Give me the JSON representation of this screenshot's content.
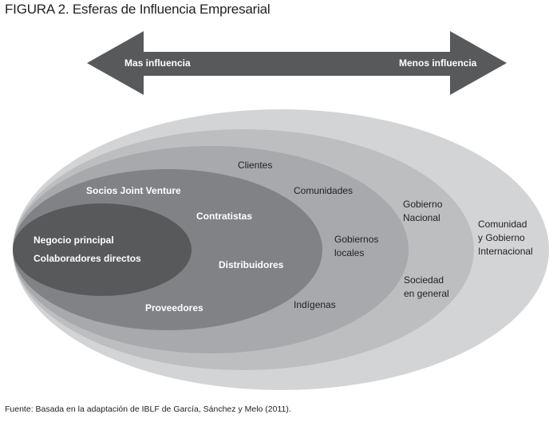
{
  "title": "FIGURA 2. Esferas de Influencia Empresarial",
  "arrow": {
    "left_label": "Mas influencia",
    "right_label": "Menos influencia",
    "color": "#58595b"
  },
  "spheres": [
    {
      "labels": [
        "Comunidad",
        "y Gobierno",
        "Internacional"
      ],
      "color": "#d3d4d6"
    },
    {
      "labels": [
        "Gobierno",
        "Nacional",
        "Sociedad",
        "en general"
      ],
      "color": "#bcbec0"
    },
    {
      "labels": [
        "Clientes",
        "Comunidades",
        "Gobiernos",
        "locales",
        "Indígenas"
      ],
      "color": "#a7a9ac"
    },
    {
      "labels": [
        "Socios Joint Venture",
        "Contratistas",
        "Distribuidores",
        "Proveedores"
      ],
      "color": "#808285"
    },
    {
      "labels": [
        "Negocio principal",
        "Colaboradores directos"
      ],
      "color": "#58595b"
    }
  ],
  "source": "Fuente: Basada en la adaptación de IBLF de García, Sánchez y Melo (2011)."
}
